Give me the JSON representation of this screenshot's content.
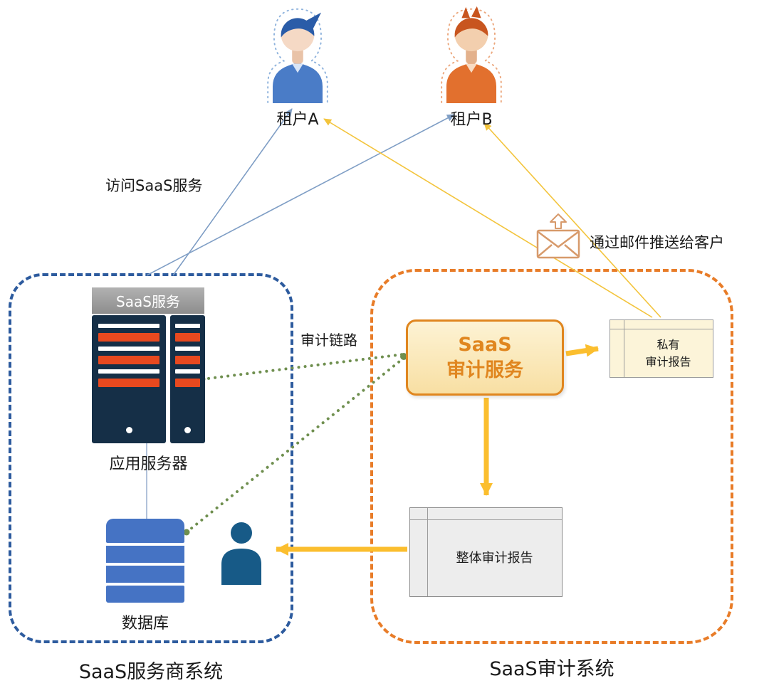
{
  "diagram": {
    "tenants": {
      "a": "租户A",
      "b": "租户B"
    },
    "provider": {
      "caption": "SaaS服务商系统",
      "banner": "SaaS服务",
      "app_server": "应用服务器",
      "database": "数据库"
    },
    "audit": {
      "caption": "SaaS审计系统",
      "service": "SaaS\n审计服务",
      "private_report": "私有\n审计报告",
      "overall_report": "整体审计报告"
    },
    "labels": {
      "access": "访问SaaS服务",
      "audit_link": "审计链路",
      "email": "通过邮件推送给客户"
    },
    "icons": {
      "tenant_a": "person-avatar",
      "tenant_b": "person-avatar",
      "email": "envelope",
      "app_server": "server-rack",
      "database": "database-stack",
      "customer": "person"
    },
    "colors": {
      "provider_border": "#2D5B9E",
      "audit_border": "#E87C28",
      "service_border": "#E0861F",
      "service_fill": "#F8DFA3",
      "arrow_yellow": "#FBBE2E",
      "email_line": "#F3C43C",
      "access_line": "#7F9EC5",
      "audit_link_green": "#6F8F4F",
      "server_navy": "#152F47",
      "stripe_orange": "#E8491F",
      "database_blue": "#4573C4",
      "tenant_a_blue": "#4A7CC7",
      "tenant_b_orange": "#E2702E"
    }
  }
}
